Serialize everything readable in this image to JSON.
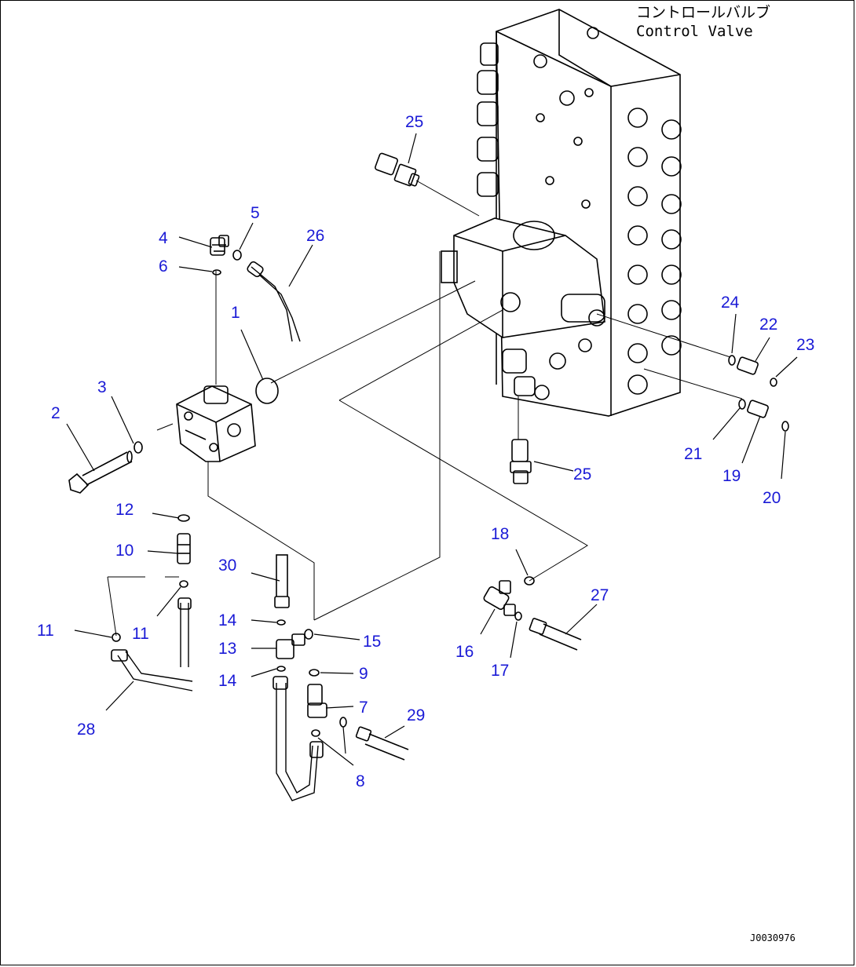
{
  "title": {
    "japanese": "コントロールバルブ",
    "english": "Control Valve"
  },
  "drawing_code": "J0030976",
  "callouts": [
    "1",
    "2",
    "3",
    "4",
    "5",
    "6",
    "7",
    "8",
    "9",
    "10",
    "11",
    "12",
    "13",
    "14",
    "15",
    "16",
    "17",
    "18",
    "19",
    "20",
    "21",
    "22",
    "23",
    "24",
    "25",
    "26",
    "27",
    "28",
    "29",
    "30"
  ]
}
